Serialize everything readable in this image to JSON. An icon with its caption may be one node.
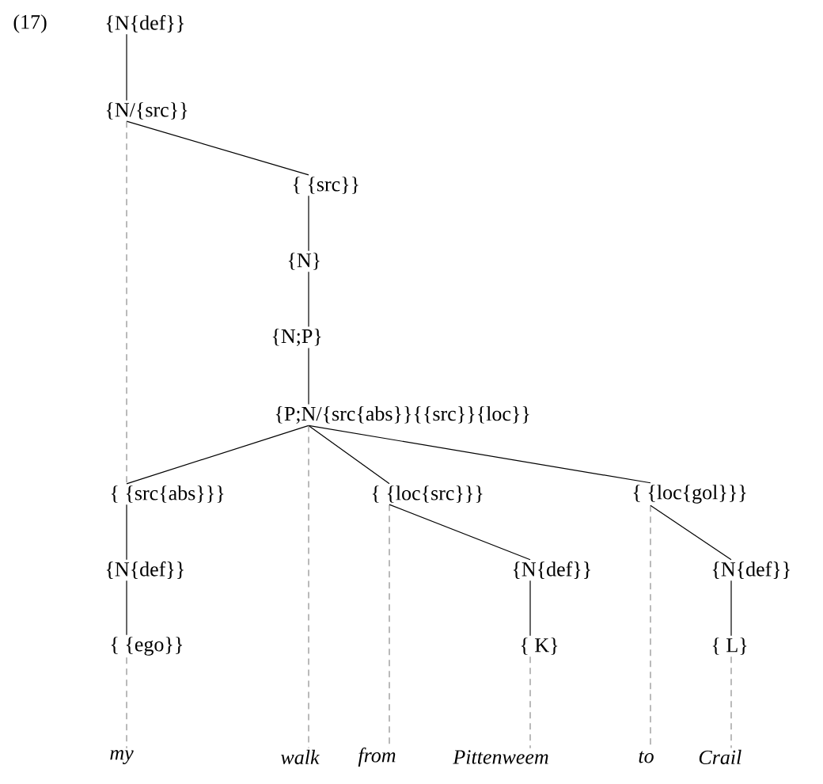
{
  "diagram": {
    "nodes": [
      {
        "text": [
          "{N{def}}"
        ]
      },
      {
        "text": [
          "{N/{src}}"
        ]
      },
      {
        "text": [
          "{ {src}}"
        ]
      },
      {
        "text": [
          "{N}"
        ]
      },
      {
        "text": [
          "{N;P}"
        ]
      },
      {
        "text": [
          "{P;N/{src{abs}}{{src}}{loc}}"
        ]
      },
      {
        "text": [
          "{ {src{abs}}}"
        ]
      },
      {
        "text": [
          "{ {loc{src}}}"
        ]
      },
      {
        "text": [
          "{ {loc{gol}}}"
        ]
      },
      {
        "text": [
          "{N{def}}"
        ]
      },
      {
        "text": [
          "{N{def}}"
        ]
      },
      {
        "text": [
          "{N{def}}"
        ]
      },
      {
        "text": [
          "{ {ego}}"
        ]
      },
      {
        "text": [
          "{ K}"
        ]
      },
      {
        "text": [
          "{ L}"
        ]
      },
      {
        "text": [
          "my"
        ]
      },
      {
        "text": [
          "walk"
        ]
      },
      {
        "text": [
          "from"
        ]
      },
      {
        "text": [
          "Pittenweem"
        ]
      },
      {
        "text": [
          "to"
        ]
      },
      {
        "text": [
          "Crail"
        ]
      }
    ],
    "edges": [
      {
        "from": 0,
        "to": 1,
        "arrow": "none"
      },
      {
        "from": 1,
        "to": 2,
        "arrow": "none"
      },
      {
        "from": 1,
        "to": 6,
        "arrow": "none",
        "style": "dashed",
        "color": "#8c8c8c"
      },
      {
        "from": 2,
        "to": 3,
        "arrow": "none"
      },
      {
        "from": 3,
        "to": 4,
        "arrow": "none"
      },
      {
        "from": 4,
        "to": 5,
        "arrow": "none"
      },
      {
        "from": 5,
        "to": 6,
        "arrow": "none"
      },
      {
        "from": 5,
        "to": 7,
        "arrow": "none"
      },
      {
        "from": 5,
        "to": 8,
        "arrow": "none"
      },
      {
        "from": 5,
        "to": 16,
        "arrow": "none",
        "style": "dashed",
        "color": "#8c8c8c"
      },
      {
        "from": 6,
        "to": 9,
        "arrow": "none"
      },
      {
        "from": 9,
        "to": 12,
        "arrow": "none"
      },
      {
        "from": 12,
        "to": 15,
        "arrow": "none",
        "style": "dashed",
        "color": "#8c8c8c"
      },
      {
        "from": 7,
        "to": 17,
        "arrow": "none",
        "style": "dashed",
        "color": "#8c8c8c"
      },
      {
        "from": 7,
        "to": 10,
        "arrow": "none"
      },
      {
        "from": 10,
        "to": 13,
        "arrow": "none"
      },
      {
        "from": 13,
        "to": 18,
        "arrow": "none",
        "style": "dashed",
        "color": "#8c8c8c"
      },
      {
        "from": 8,
        "to": 19,
        "arrow": "none",
        "style": "dashed",
        "color": "#8c8c8c"
      },
      {
        "from": 8,
        "to": 11,
        "arrow": "none"
      },
      {
        "from": 11,
        "to": 14,
        "arrow": "none"
      },
      {
        "from": 14,
        "to": 20,
        "arrow": "none",
        "style": "dashed",
        "color": "#8c8c8c"
      }
    ],
    "labels": [
      "(17)"
    ]
  }
}
